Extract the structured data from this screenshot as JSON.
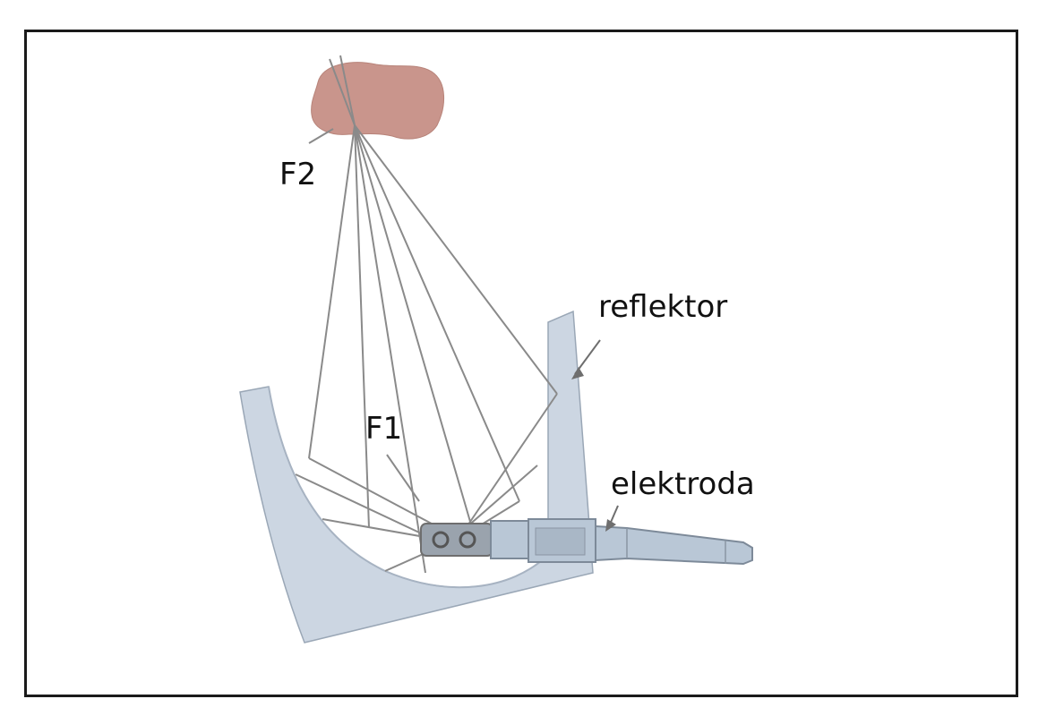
{
  "labels": {
    "f2": "F2",
    "f1": "F1",
    "reflector": "reflektor",
    "electrode": "elektroda"
  },
  "colors": {
    "reflector_fill": "#ccd6e2",
    "reflector_stroke": "#9aa7b6",
    "target_fill": "#c9958c",
    "ray": "#8a8a8a",
    "electrode_fill": "#b9c7d6",
    "electrode_dark": "#6e6e6e",
    "frame": "#1a1a1a",
    "text": "#111111"
  }
}
